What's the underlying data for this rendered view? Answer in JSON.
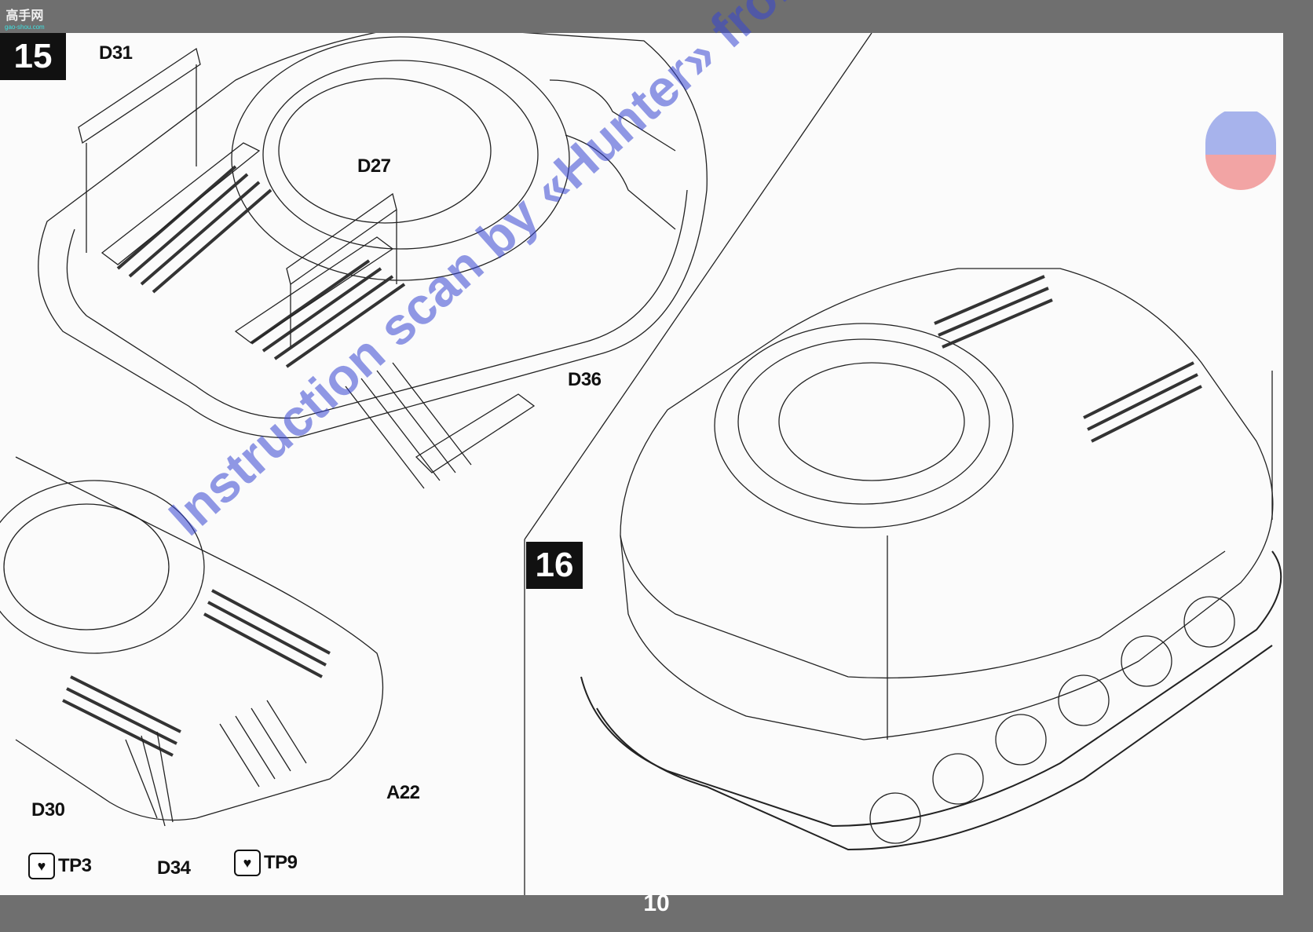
{
  "site_logo": {
    "text": "高手网",
    "subtext": "gao-shou.com"
  },
  "steps": [
    {
      "number": "15",
      "labels": [
        "D31",
        "D27",
        "D36",
        "D30",
        "D34",
        "A22"
      ],
      "paint_refs": [
        {
          "icon": "heart-drop-icon",
          "code": "TP3"
        },
        {
          "icon": "heart-drop-icon",
          "code": "TP9"
        }
      ]
    },
    {
      "number": "16"
    }
  ],
  "watermark": "Instruction scan by «Hunter» from Sevastopol, Russia",
  "page_number": "10",
  "colors": {
    "background": "#6f6f6f",
    "paper": "#fbfbfb",
    "step_box": "#111111",
    "watermark": "#3746d2"
  }
}
